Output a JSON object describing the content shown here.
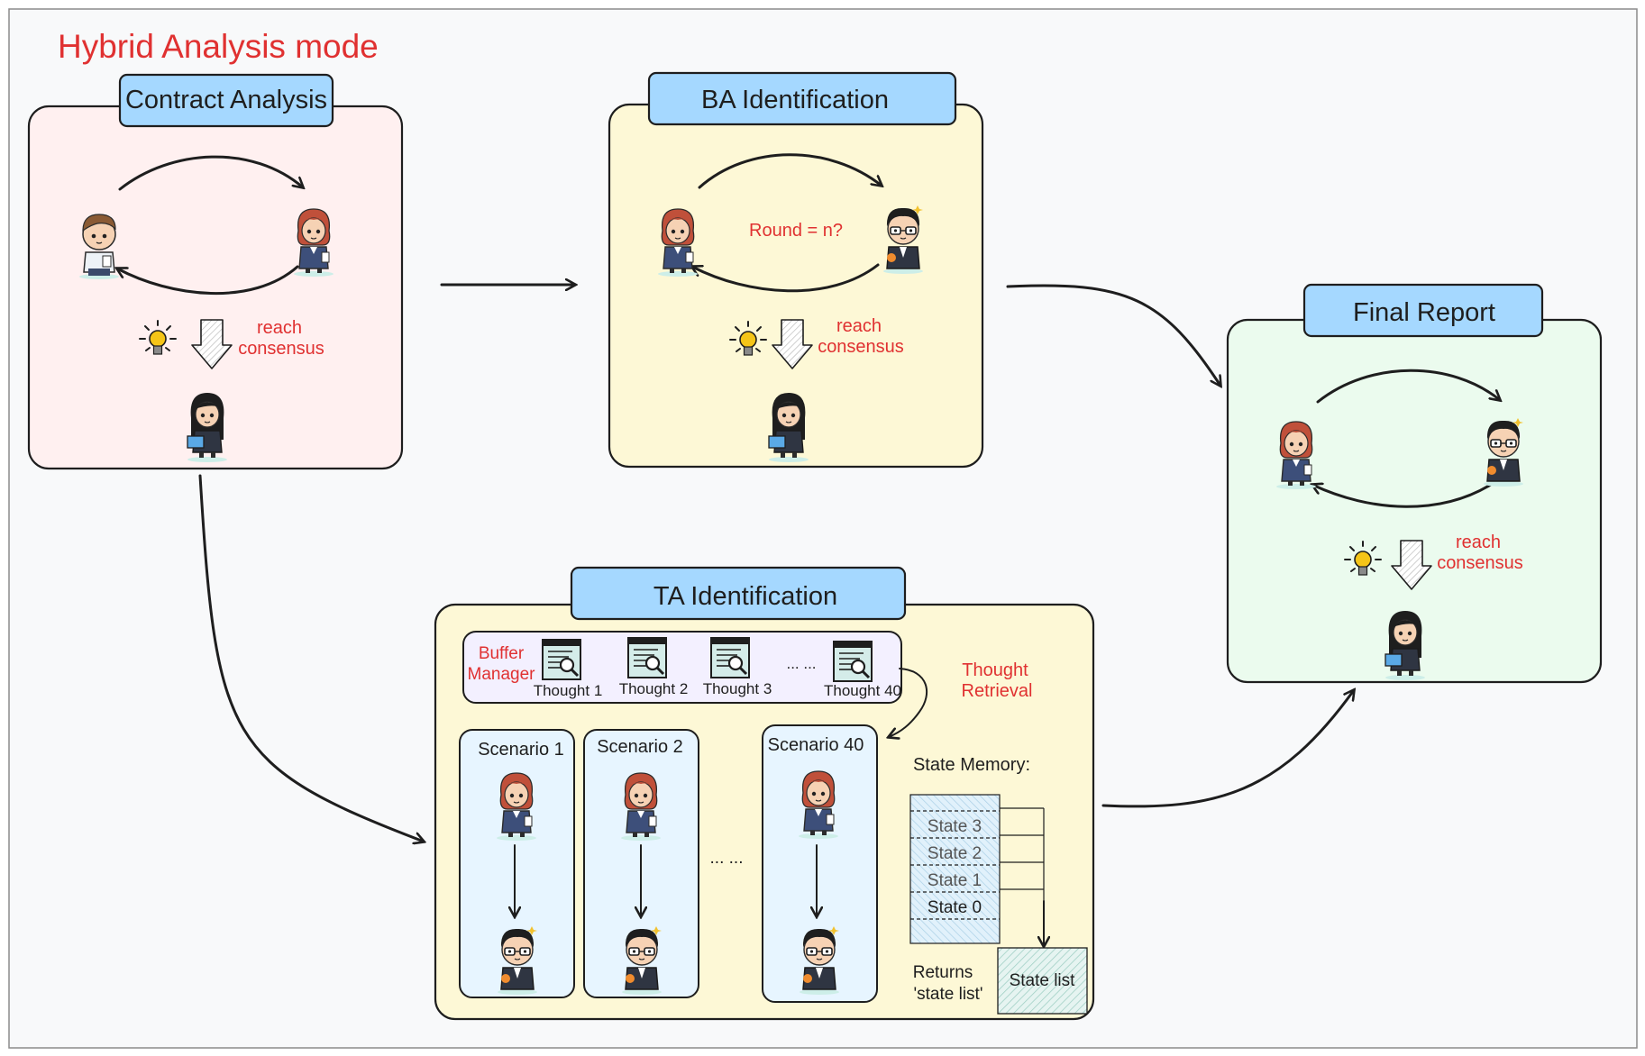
{
  "title": "Hybrid Analysis mode",
  "colors": {
    "title": "#e03131",
    "tab": "#a5d8ff",
    "contract_bg": "#fff0f0",
    "ba_bg": "#fdf8d6",
    "ta_bg": "#fdf8d6",
    "final_bg": "#ebfbee",
    "scenario_bg": "#e7f5ff",
    "buffer_bg": "#f3f0ff"
  },
  "contract_analysis": {
    "title": "Contract Analysis",
    "consensus": [
      "reach",
      "consensus"
    ]
  },
  "ba_identification": {
    "title": "BA Identification",
    "round": "Round = n?",
    "consensus": [
      "reach",
      "consensus"
    ]
  },
  "final_report": {
    "title": "Final Report",
    "consensus": [
      "reach",
      "consensus"
    ]
  },
  "ta_identification": {
    "title": "TA Identification",
    "buffer_manager": [
      "Buffer",
      "Manager"
    ],
    "thoughts": [
      "Thought 1",
      "Thought 2",
      "Thought 3",
      "Thought 40"
    ],
    "ellipsis": "... ...",
    "thought_retrieval": [
      "Thought",
      "Retrieval"
    ],
    "scenarios": [
      "Scenario 1",
      "Scenario 2",
      "Scenario 40"
    ],
    "state_memory": "State Memory:",
    "states": [
      "State 3",
      "State 2",
      "State 1",
      "State 0"
    ],
    "returns": [
      "Returns",
      "'state list'"
    ],
    "state_list": "State list"
  },
  "icons": [
    "male-developer-icon",
    "female-analyst-icon",
    "glasses-expert-icon",
    "laptop-woman-icon",
    "lightbulb-icon",
    "down-arrow-icon",
    "document-search-icon"
  ]
}
